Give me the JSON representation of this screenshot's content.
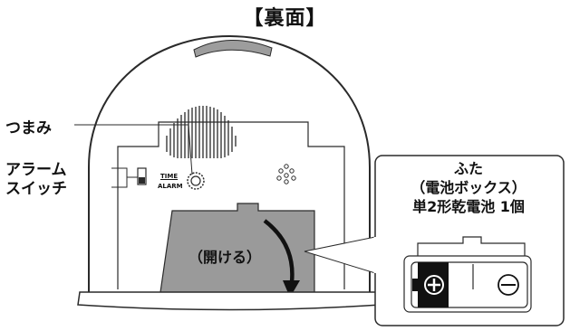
{
  "title": "【裏面】",
  "labels": {
    "knob": "つまみ",
    "alarm_switch": [
      "アラーム",
      "スイッチ"
    ],
    "switch_time": "TIME",
    "switch_alarm": "ALARM",
    "open": "（開ける）",
    "lid": [
      "ふた",
      "（電池ボックス）",
      "単2形乾電池 1個"
    ]
  },
  "battery": {
    "plus": "⊕",
    "minus": "⊖"
  },
  "colors": {
    "lid_fill": "#9a9a9a",
    "outline": "#2a2a2a",
    "top_strip": "#9d9d9d",
    "terminal": "#111111"
  }
}
